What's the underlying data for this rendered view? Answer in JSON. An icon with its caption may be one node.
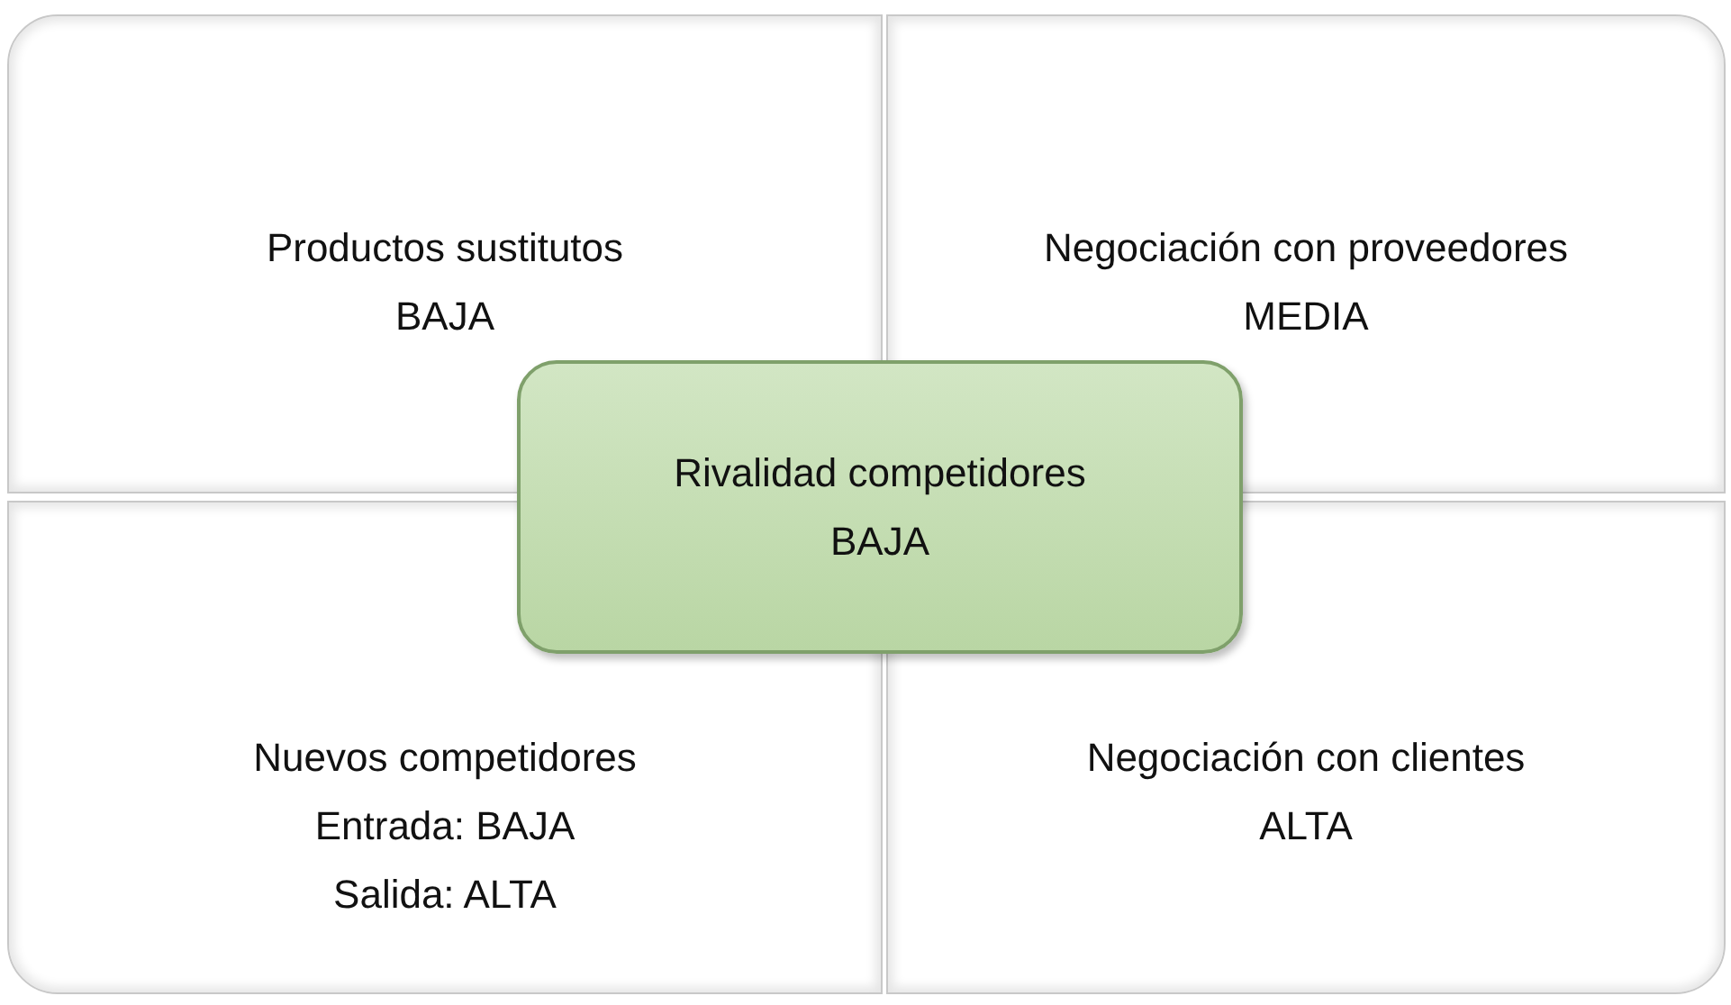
{
  "diagram": {
    "nodes": [
      {
        "text": [
          "Productos sustitutos",
          "BAJA"
        ]
      },
      {
        "text": [
          "Negociación con proveedores",
          "MEDIA"
        ]
      },
      {
        "text": [
          "Rivalidad competidores",
          "BAJA"
        ]
      },
      {
        "text": [
          "Nuevos competidores",
          "Entrada: BAJA",
          "Salida: ALTA"
        ]
      },
      {
        "text": [
          "Negociación con clientes",
          "ALTA"
        ]
      }
    ]
  }
}
